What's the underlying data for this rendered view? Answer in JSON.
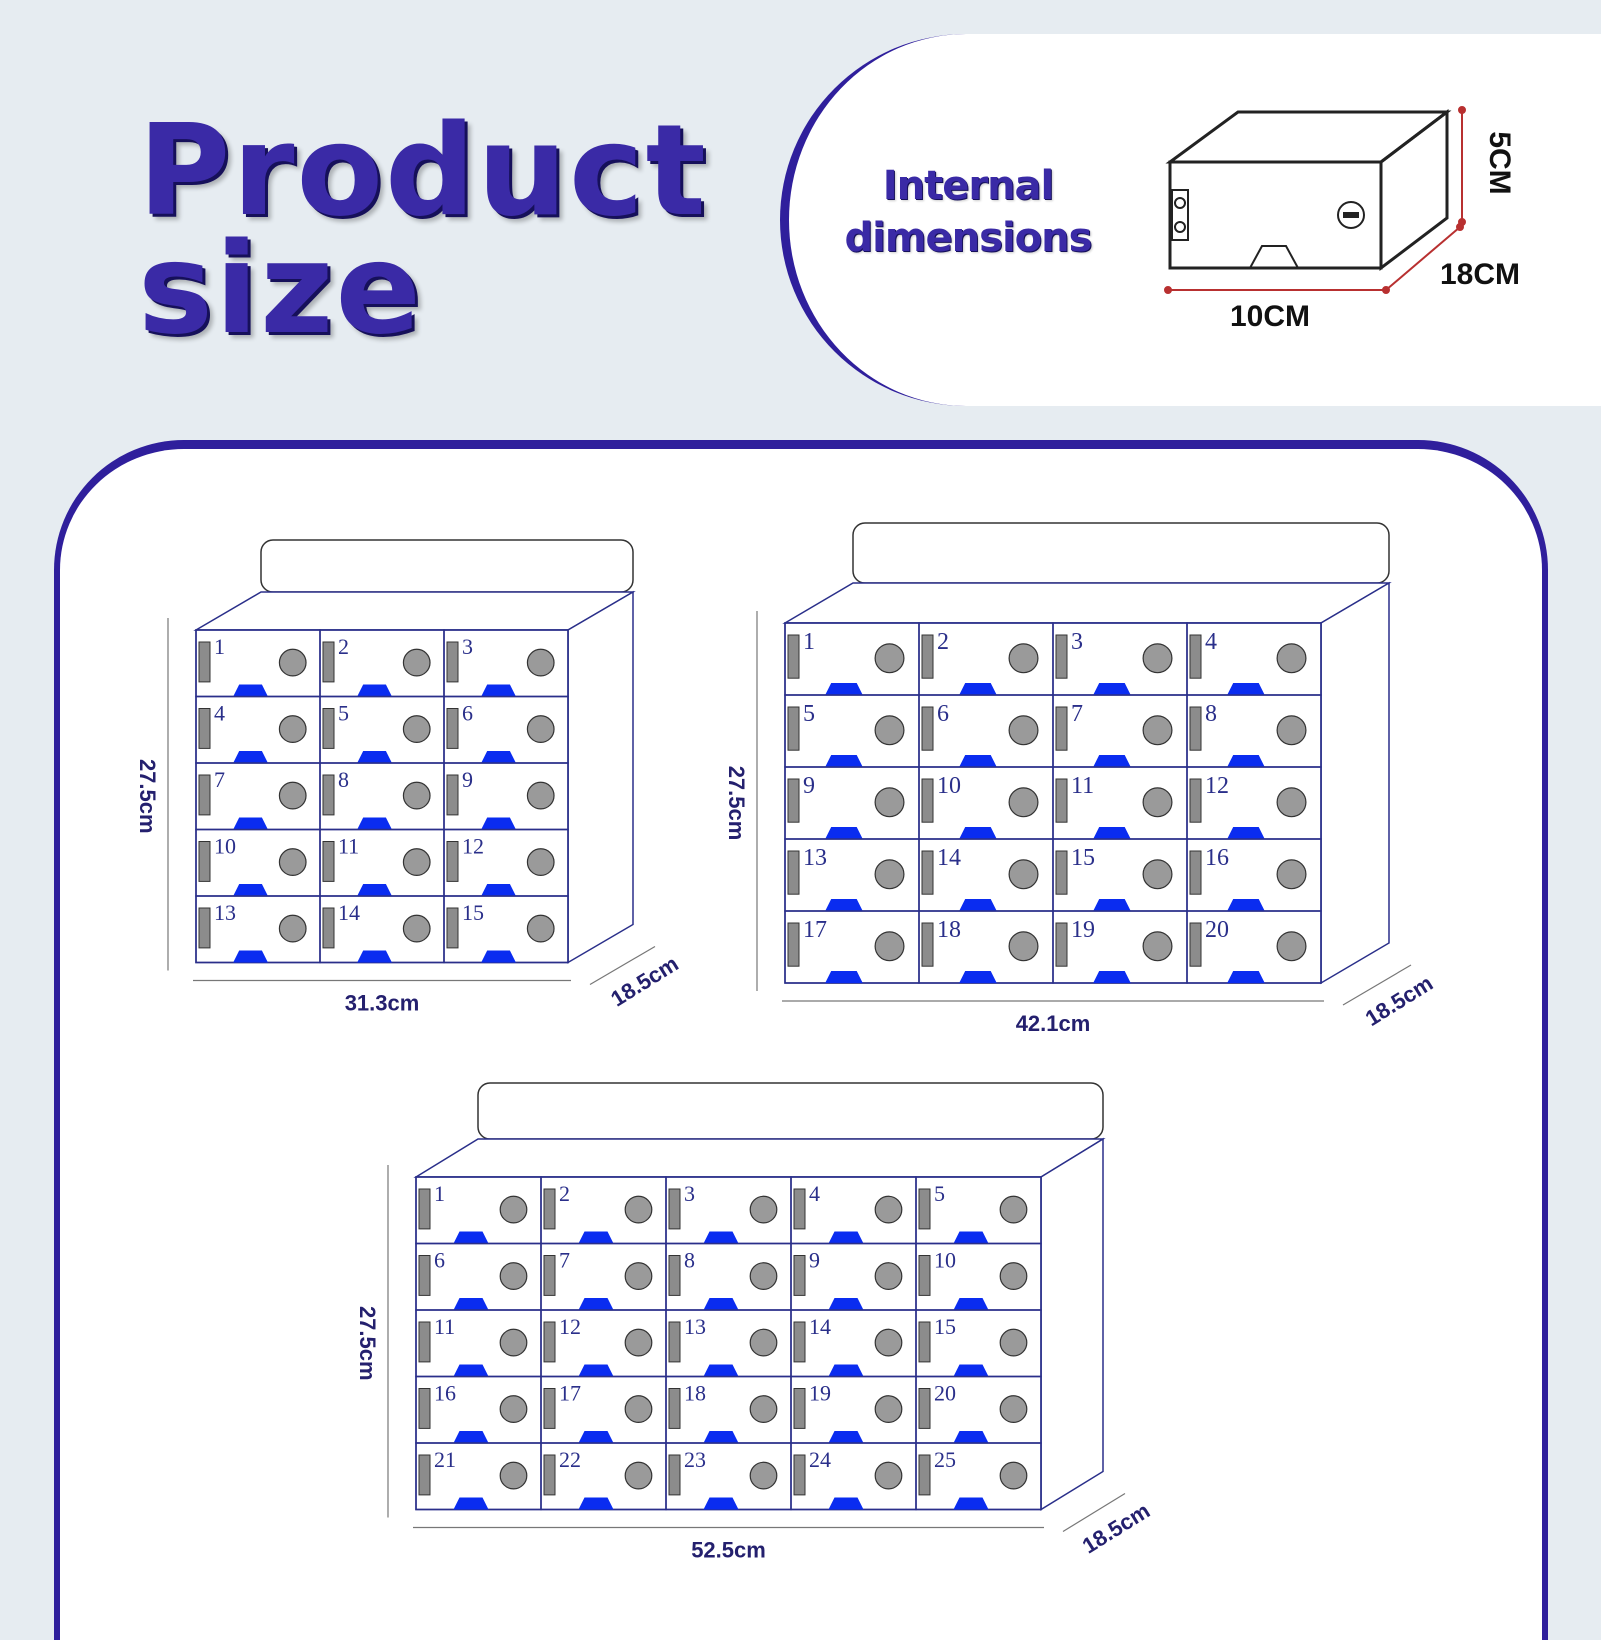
{
  "title": {
    "line1": "Product",
    "line2": "size"
  },
  "internal": {
    "label_line1": "Internal",
    "label_line2": "dimensions",
    "width": "10CM",
    "depth": "18CM",
    "height": "5CM"
  },
  "colors": {
    "accent": "#2f1f9c",
    "title": "#3a2aa6",
    "tray": "#0a2cf0",
    "lock": "#9a9a9a",
    "hinge": "#8c8c8c",
    "outline": "#2a2f8a"
  },
  "cabinets": [
    {
      "name": "cabinet-15",
      "cols": 3,
      "rows": 5,
      "width_label": "31.3cm",
      "height_label": "27.5cm",
      "depth_label": "18.5cm"
    },
    {
      "name": "cabinet-20",
      "cols": 4,
      "rows": 5,
      "width_label": "42.1cm",
      "height_label": "27.5cm",
      "depth_label": "18.5cm"
    },
    {
      "name": "cabinet-25",
      "cols": 5,
      "rows": 5,
      "width_label": "52.5cm",
      "height_label": "27.5cm",
      "depth_label": "18.5cm"
    }
  ]
}
